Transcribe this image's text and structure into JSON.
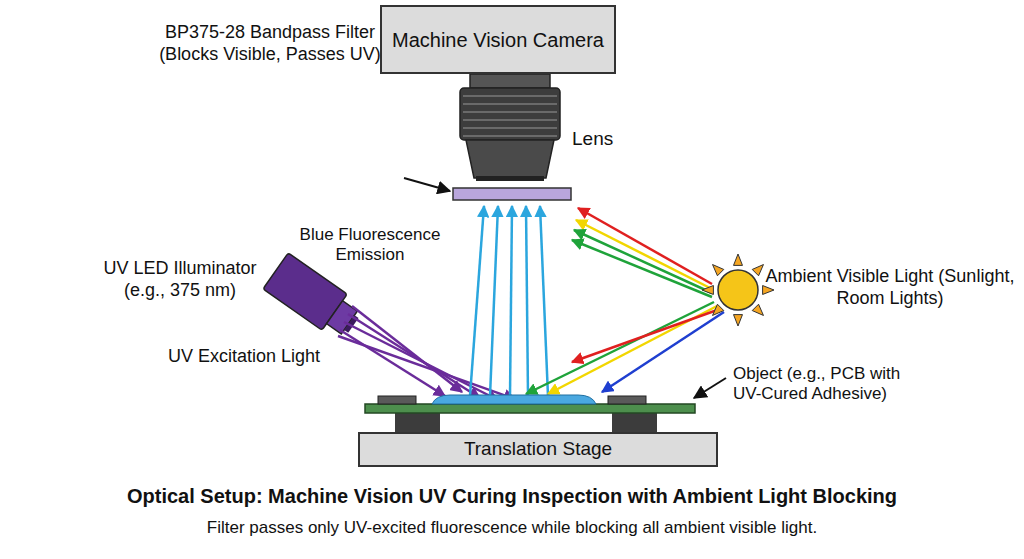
{
  "diagram": {
    "title": "Optical Setup: Machine Vision UV Curing Inspection with Ambient Light Blocking",
    "caption": "Filter passes only UV-excited fluorescence while blocking all ambient visible light.",
    "nodes": [
      {
        "text": [
          "Machine Vision Camera"
        ]
      },
      {
        "text": [
          "Translation Stage"
        ]
      }
    ],
    "labels": [
      "Lens",
      "BP375-28 Bandpass Filter (Blocks Visible, Passes UV)",
      "Blue Fluorescence Emission",
      "UV LED Illuminator (e.g., 375 nm)",
      "UV Excitation Light",
      "Ambient Visible Light (Sunlight, Room Lights)",
      "Object (e.g., PCB with UV-Cured Adhesive)"
    ]
  }
}
